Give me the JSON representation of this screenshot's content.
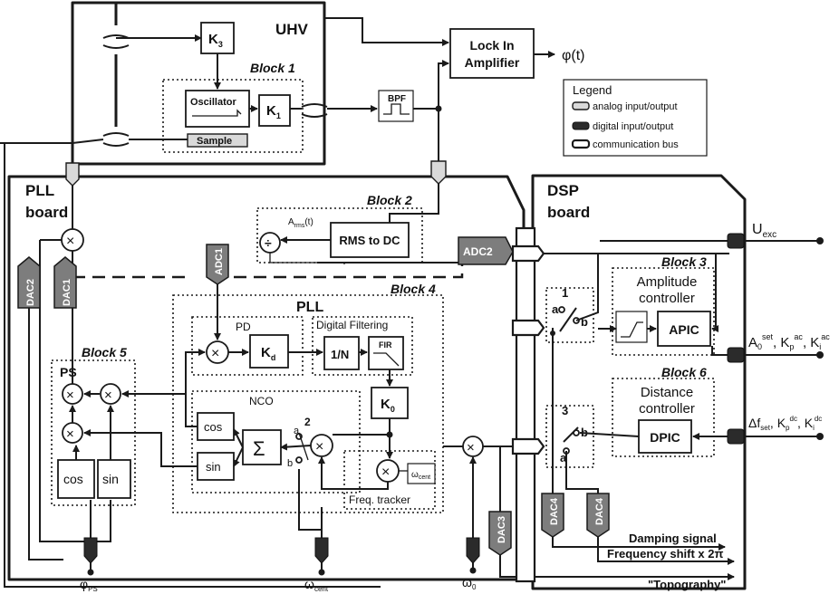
{
  "regions": {
    "uhv": "UHV",
    "pll_board": [
      "PLL",
      "board"
    ],
    "dsp_board": [
      "DSP",
      "board"
    ],
    "pll": "PLL"
  },
  "blocks": {
    "b1": "Block 1",
    "b2": "Block 2",
    "b3": "Block 3",
    "b4": "Block 4",
    "b5": "Block 5",
    "b6": "Block 6"
  },
  "components": {
    "k3": "K",
    "k3_sub": "3",
    "k1": "K",
    "k1_sub": "1",
    "oscillator": "Oscillator",
    "sample": "Sample",
    "bpf": "BPF",
    "lock_in": [
      "Lock In",
      "Amplifier"
    ],
    "rms": "RMS to DC",
    "arms": "A",
    "arms_sub": "rms",
    "arms_tail": "(t)",
    "pd": "PD",
    "kd": "K",
    "kd_sub": "d",
    "digital_filtering": "Digital Filtering",
    "one_over_n": "1/N",
    "fir": "FIR",
    "k0": "K",
    "k0_sub": "0",
    "nco": "NCO",
    "cos": "cos",
    "sin": "sin",
    "sigma": "Σ",
    "omega_cent_box": "ω",
    "omega_cent_box_sub": "cent",
    "freq_tracker": "Freq. tracker",
    "ps": "PS",
    "amp_ctrl": [
      "Amplitude",
      "controller"
    ],
    "apic": "APIC",
    "dist_ctrl": [
      "Distance",
      "controller"
    ],
    "dpic": "DPIC"
  },
  "converters": {
    "dac1": "DAC1",
    "dac2": "DAC2",
    "dac3": "DAC3",
    "dac4a": "DAC4",
    "dac4b": "DAC4",
    "adc1": "ADC1",
    "adc2": "ADC2"
  },
  "switches": {
    "s1": "1",
    "s1_a": "a",
    "s1_b": "b",
    "s2": "2",
    "s2_a": "a",
    "s2_b": "b",
    "s3": "3",
    "s3_a": "a",
    "s3_b": "b"
  },
  "signals": {
    "phi_t": "φ(t)",
    "u_exc": "U",
    "u_exc_sub": "exc",
    "a0_set": "A",
    "a0_set_sub": "0",
    "a0_set_sup": "set",
    "kp_ac": "K",
    "kp_ac_sub": "p",
    "kp_ac_sup": "ac",
    "ki_ac": "K",
    "ki_ac_sub": "i",
    "ki_ac_sup": "ac",
    "df_set": "Δf",
    "df_set_sub": "set",
    "kp_dc": "K",
    "kp_dc_sub": "p",
    "kp_dc_sup": "dc",
    "ki_dc": "K",
    "ki_dc_sub": "i",
    "ki_dc_sup": "dc",
    "phi_ps": "φ",
    "phi_ps_sub": "PS",
    "omega_cent": "ω",
    "omega_cent_sub": "cent",
    "omega_0": "ω",
    "omega_0_sub": "0",
    "damping": "Damping signal",
    "freq_shift": "Frequency shift x 2π",
    "topography": "\"Topography\""
  },
  "legend": {
    "title": "Legend",
    "items": [
      "analog input/output",
      "digital input/output",
      "communication bus"
    ]
  }
}
